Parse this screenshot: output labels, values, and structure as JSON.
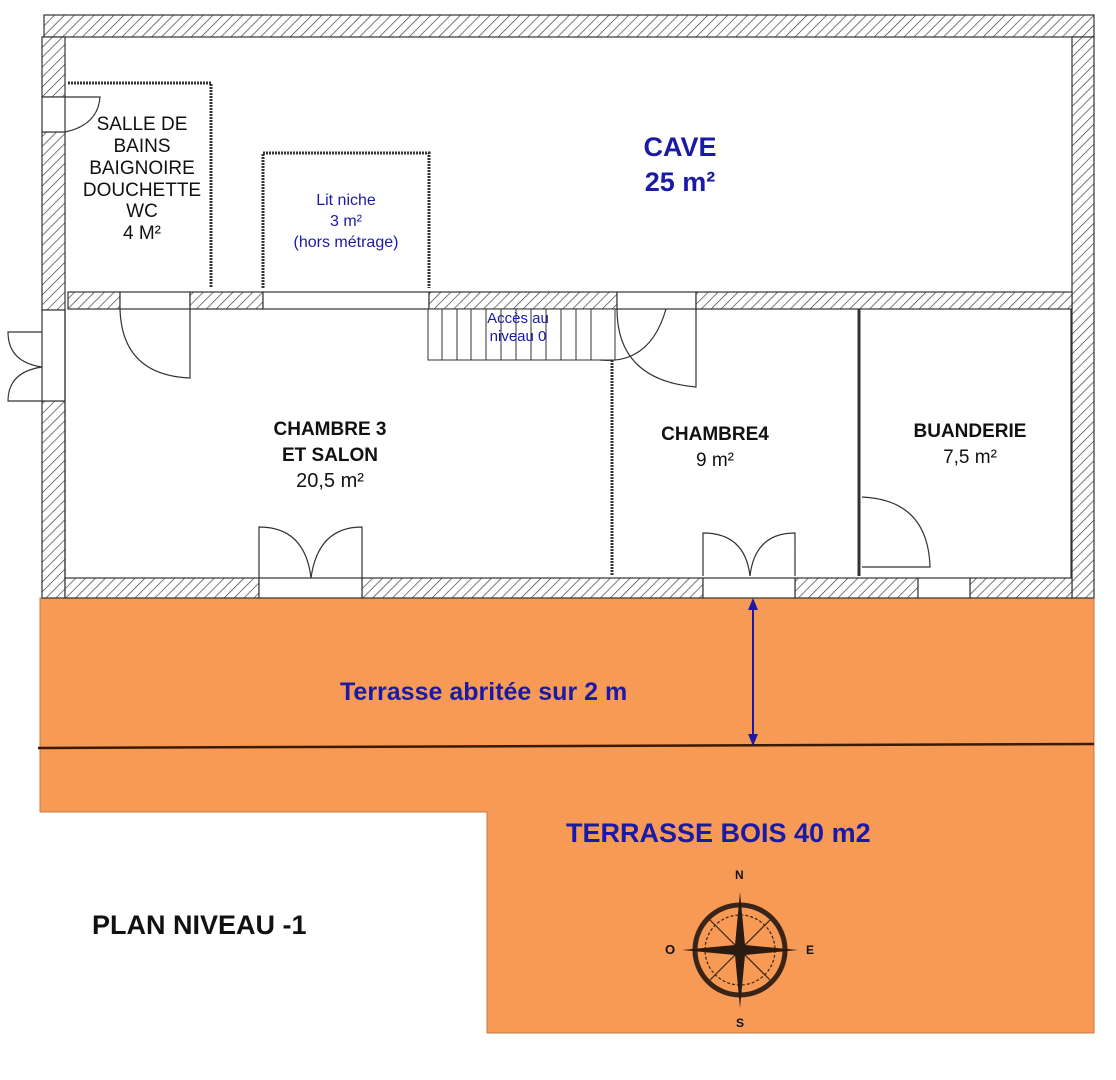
{
  "plan": {
    "title": "PLAN NIVEAU -1",
    "colors": {
      "wall_hatch": "#333333",
      "terrace": "#f79a55",
      "label_blue": "#1a1aa6",
      "label_black": "#111111"
    },
    "rooms": {
      "cave": {
        "name": "CAVE",
        "area": "25 m²"
      },
      "salle_de_bains": {
        "line1": "SALLE DE",
        "line2": "BAINS",
        "line3": "BAIGNOIRE",
        "line4": "DOUCHETTE",
        "line5": "WC",
        "area": "4 M²"
      },
      "lit_niche": {
        "name": "Lit niche",
        "area": "3 m²",
        "note": "(hors métrage)"
      },
      "escalier": {
        "line1": "Accès au",
        "line2": "niveau 0"
      },
      "chambre3": {
        "line1": "CHAMBRE 3",
        "line2": "ET SALON",
        "area": "20,5 m²"
      },
      "chambre4": {
        "name": "CHAMBRE4",
        "area": "9 m²"
      },
      "buanderie": {
        "name": "BUANDERIE",
        "area": "7,5 m²"
      }
    },
    "terrace": {
      "covered_label": "Terrasse abritée sur 2 m",
      "wood_label": "TERRASSE BOIS 40 m2"
    },
    "compass": {
      "north": "N",
      "south": "S",
      "east": "E",
      "west": "O"
    }
  }
}
